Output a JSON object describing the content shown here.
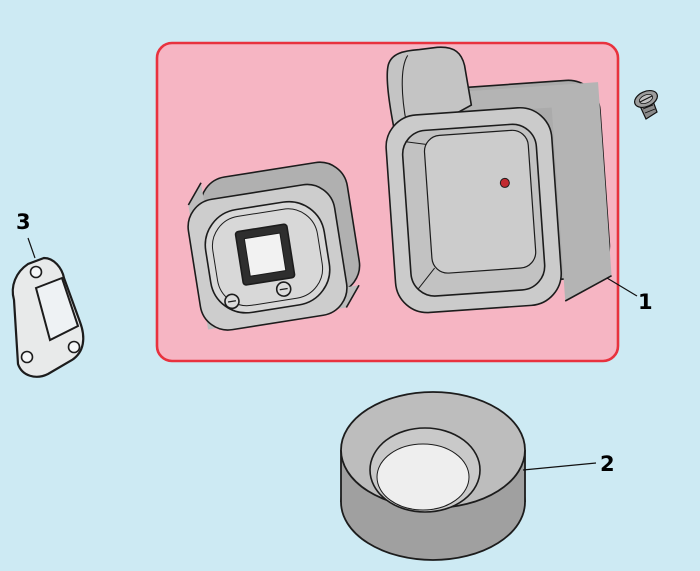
{
  "diagram": {
    "kind": "exploded-parts-diagram",
    "labels": {
      "part1": "1",
      "part2": "2",
      "part3": "3"
    },
    "callout_count": 3
  },
  "icons": {
    "fastener_icon": "screw-with-washer"
  },
  "colors": {
    "background": "#cdeaf3",
    "highlight_fill": "#f6b5c3",
    "highlight_stroke": "#e8323e",
    "outline": "#1c1c1c",
    "metal_light": "#d2d2d2",
    "metal_mid": "#b9b9b9",
    "metal_dark": "#9e9e9e",
    "logo_red": "#c22a30"
  }
}
